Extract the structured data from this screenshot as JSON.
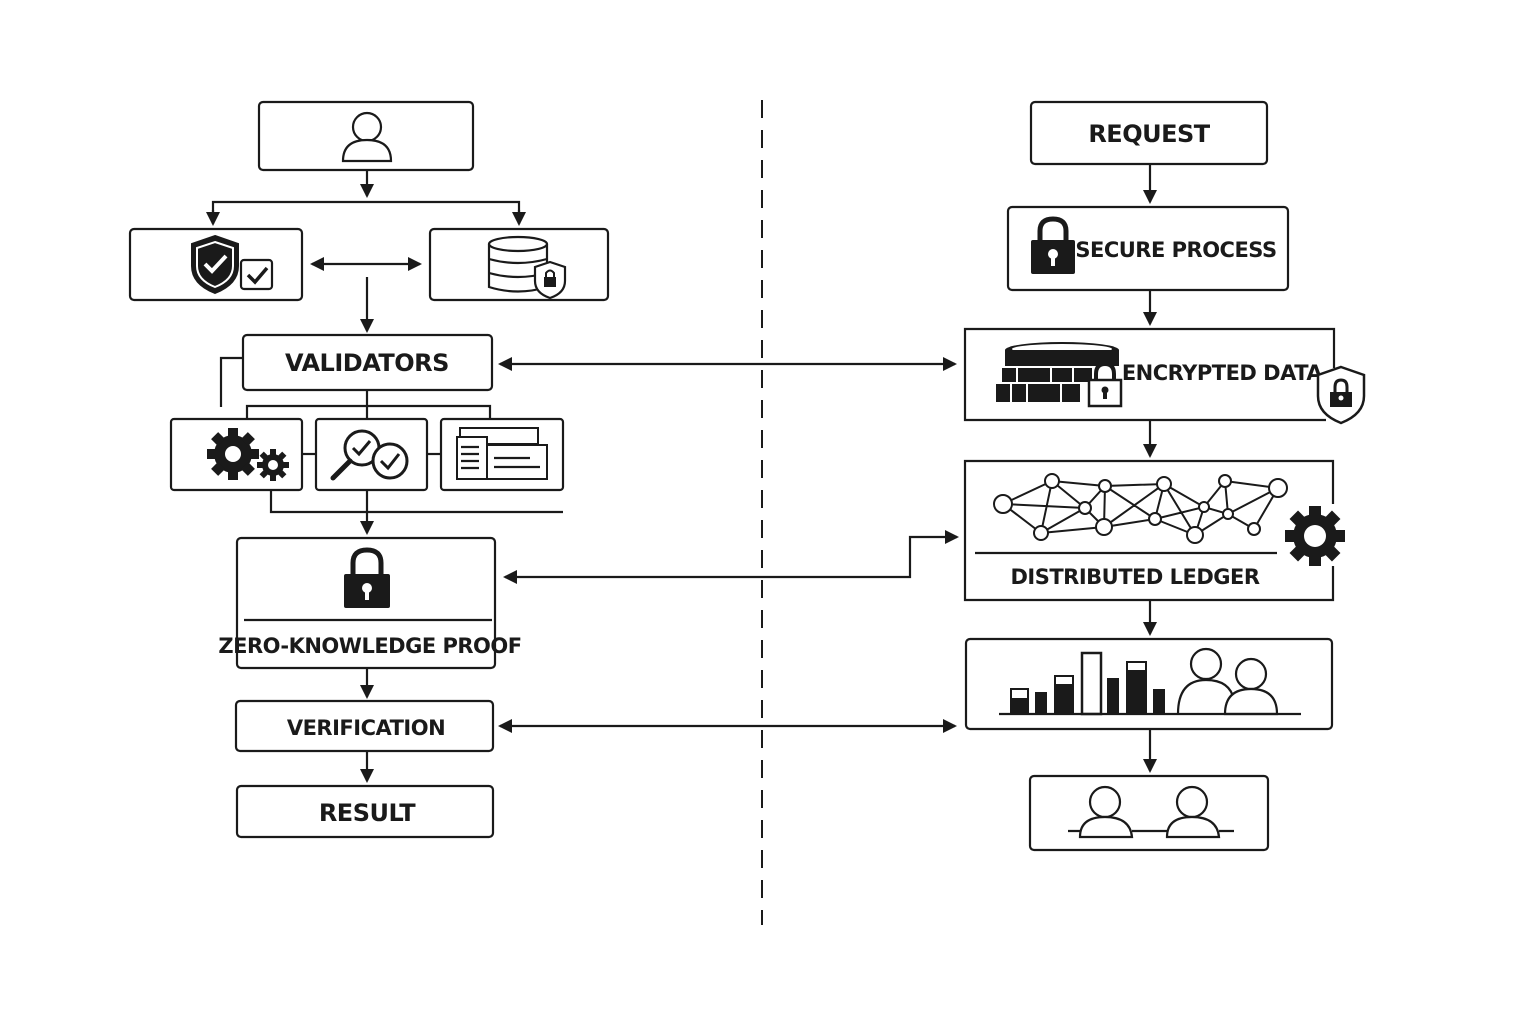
{
  "diagram": {
    "left_flow": {
      "user_node": {
        "icon": "user-icon"
      },
      "security_node": {
        "icons": [
          "shield-check-icon",
          "checkbox-icon"
        ]
      },
      "database_node": {
        "icons": [
          "database-icon",
          "shield-lock-icon"
        ]
      },
      "validators": {
        "label": "VALIDATORS"
      },
      "validator_tools": [
        {
          "icon": "gears-icon"
        },
        {
          "icon": "magnifier-check-icon"
        },
        {
          "icon": "documents-icon"
        }
      ],
      "zkp": {
        "label": "ZERO-KNOWLEDGE PROOF",
        "icon": "padlock-icon"
      },
      "verification": {
        "label": "VERIFICATION"
      },
      "result": {
        "label": "RESULT"
      }
    },
    "right_flow": {
      "request": {
        "label": "REQUEST"
      },
      "secure_process": {
        "label": "SECURE PROCESS",
        "icon": "padlock-icon"
      },
      "encrypted_data": {
        "label": "ENCRYPTED DATA",
        "icons": [
          "database-wall-lock-icon",
          "shield-lock-icon"
        ]
      },
      "distributed_ledger": {
        "label": "DISTRIBUTED LEDGER",
        "icons": [
          "network-graph-icon",
          "gear-icon"
        ]
      },
      "analytics": {
        "icons": [
          "bar-chart-icon",
          "users-group-icon"
        ]
      },
      "participants": {
        "icons": [
          "user-icon",
          "user-icon"
        ]
      }
    },
    "divider": "dashed-vertical-divider",
    "colors": {
      "stroke": "#1a1a1a",
      "background": "#ffffff"
    }
  }
}
